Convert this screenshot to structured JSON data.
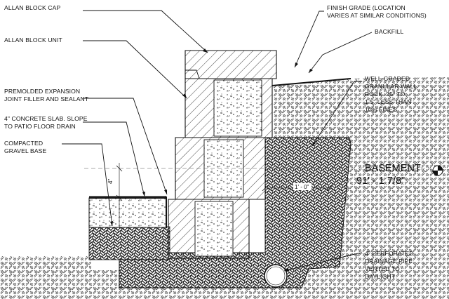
{
  "labels": {
    "cap": "ALLAN BLOCK CAP",
    "unit": "ALLAN BLOCK UNIT",
    "joint": [
      "PREMOLDED EXPANSION",
      "JOINT FILLER AND SEALANT"
    ],
    "slab": [
      "4\" CONCRETE SLAB. SLOPE",
      "TO PATIO FLOOR DRAIN"
    ],
    "gravel": [
      "COMPACTED",
      "GRAVEL BASE"
    ],
    "grade": [
      "FINISH GRADE (LOCATION",
      "VARIES AT SIMILAR CONDITIONS)"
    ],
    "backfill": "BACKFILL",
    "granular": [
      "WELL-GRADED",
      "GRANULAR WALL",
      "ROCK .25\" TO",
      "1.5\" LESS THAN",
      "10% FINES"
    ],
    "pipe": [
      "4\" PERFORATED",
      "DRAINAGE PIPE",
      "VENTED TO",
      "DAYLIGHT"
    ]
  },
  "level": {
    "name": "BASEMENT",
    "elevation": "91' - 1 7/8\""
  },
  "dimensions": {
    "slab_thickness": "4\"",
    "offset": "1' - 0\""
  }
}
